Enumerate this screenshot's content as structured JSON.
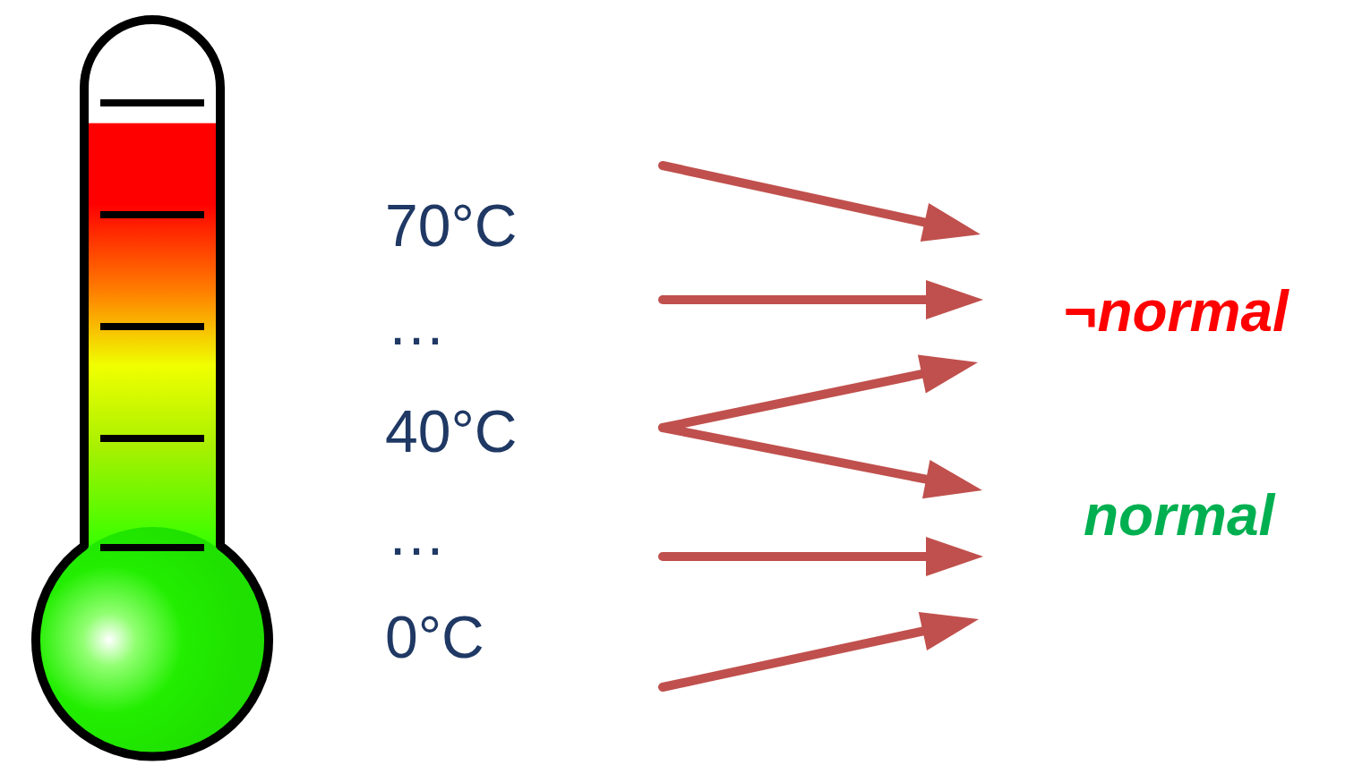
{
  "diagram": {
    "labels": [
      "70°C",
      "…",
      "40°C",
      "…",
      "0°C",
      "¬normal",
      "normal"
    ]
  }
}
